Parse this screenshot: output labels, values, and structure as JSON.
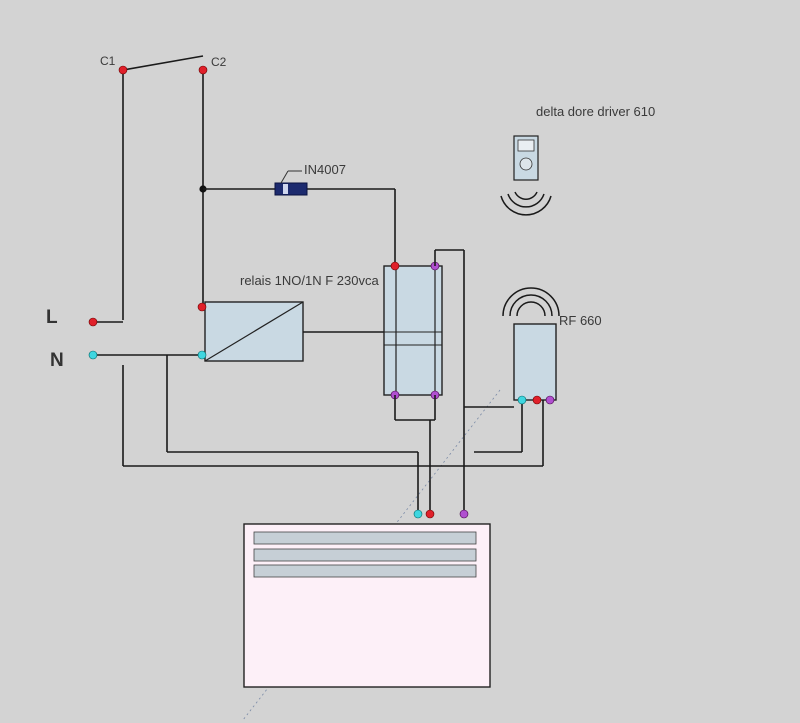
{
  "labels": {
    "c1": "C1",
    "c2": "C2",
    "diode": "IN4007",
    "relay": "relais 1NO/1N F 230vca",
    "remote": "delta dore driver 610",
    "receiver": "RF 660",
    "live": "L",
    "neutral": "N"
  },
  "colors": {
    "background": "#d3d3d3",
    "terminal_red": "#e0202a",
    "terminal_cyan": "#3fd6e0",
    "terminal_purple": "#b050d0",
    "box_fill": "#c9d9e3",
    "diode_body": "#1c2a6e",
    "radiator_fill": "#fdf0f8"
  },
  "icons": [
    "remote-control-icon",
    "radio-waves-icon",
    "diode-icon"
  ]
}
